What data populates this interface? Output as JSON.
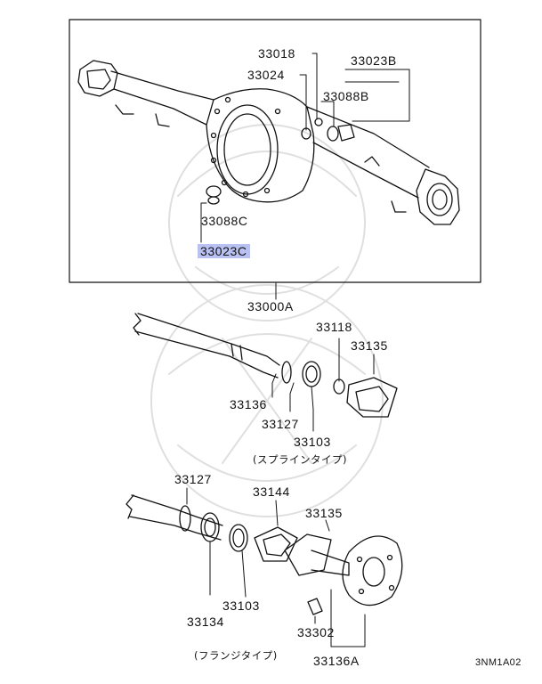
{
  "labels": {
    "p33018": "33018",
    "p33024": "33024",
    "p33023B": "33023B",
    "p33088B": "33088B",
    "p33088C": "33088C",
    "p33023C": "33023C",
    "p33000A": "33000A",
    "p33118": "33118",
    "p33135_top": "33135",
    "p33136_top": "33136",
    "p33127_top": "33127",
    "p33103_top": "33103",
    "spline_type": "(スプラインタイプ)",
    "p33127_bot": "33127",
    "p33144": "33144",
    "p33135_bot": "33135",
    "p33134": "33134",
    "p33103_bot": "33103",
    "p33302": "33302",
    "flange_type": "(フランジタイプ)",
    "p33136A": "33136A",
    "diagram_code": "3NM1A02"
  },
  "highlight_color": "#b9c0f2"
}
